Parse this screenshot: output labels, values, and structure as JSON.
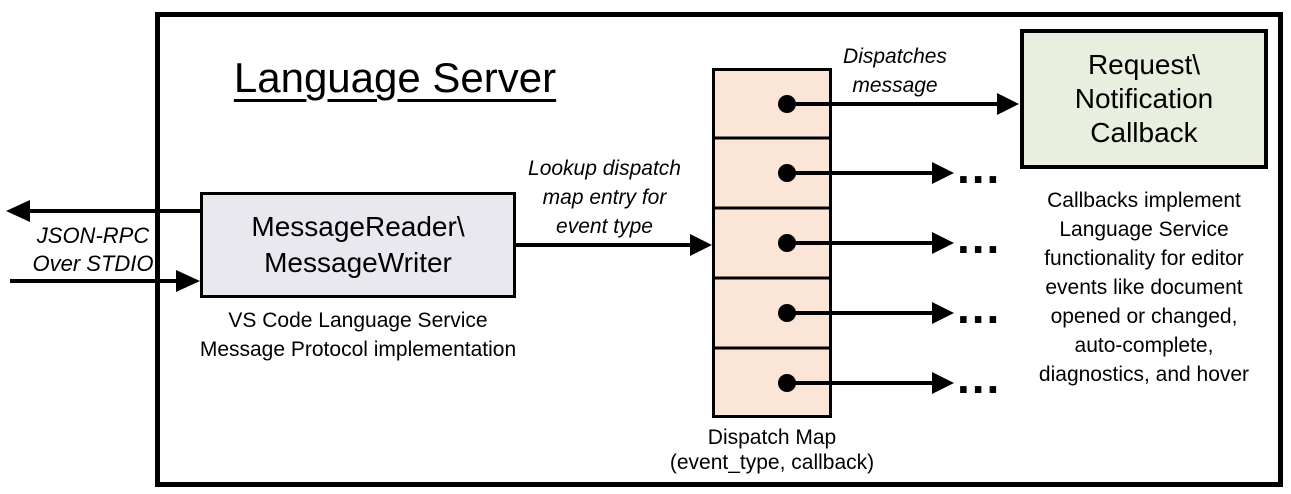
{
  "title": "Language Server",
  "message_reader": {
    "line1": "MessageReader\\",
    "line2": "MessageWriter",
    "caption1": "VS Code Language Service",
    "caption2": "Message Protocol implementation"
  },
  "io_label": {
    "line1": "JSON-RPC",
    "line2": "Over STDIO"
  },
  "lookup_label": {
    "line1": "Lookup dispatch",
    "line2": "map entry for",
    "line3": "event type"
  },
  "dispatches_label": {
    "line1": "Dispatches",
    "line2": "message"
  },
  "dispatch_map": {
    "caption1": "Dispatch Map",
    "caption2": "(event_type, callback)",
    "rows": 5
  },
  "callback_box": {
    "line1": "Request\\",
    "line2": "Notification",
    "line3": "Callback"
  },
  "callback_note": {
    "lines": [
      "Callbacks implement",
      "Language Service",
      "functionality for editor",
      "events like document",
      "opened or changed,",
      "auto-complete,",
      "diagnostics, and hover"
    ]
  },
  "ellipsis": "...",
  "colors": {
    "reader_fill": "#E9E8EE",
    "map_fill": "#FBE5D6",
    "callback_fill": "#E8EFDE",
    "line_color": "#000000"
  }
}
